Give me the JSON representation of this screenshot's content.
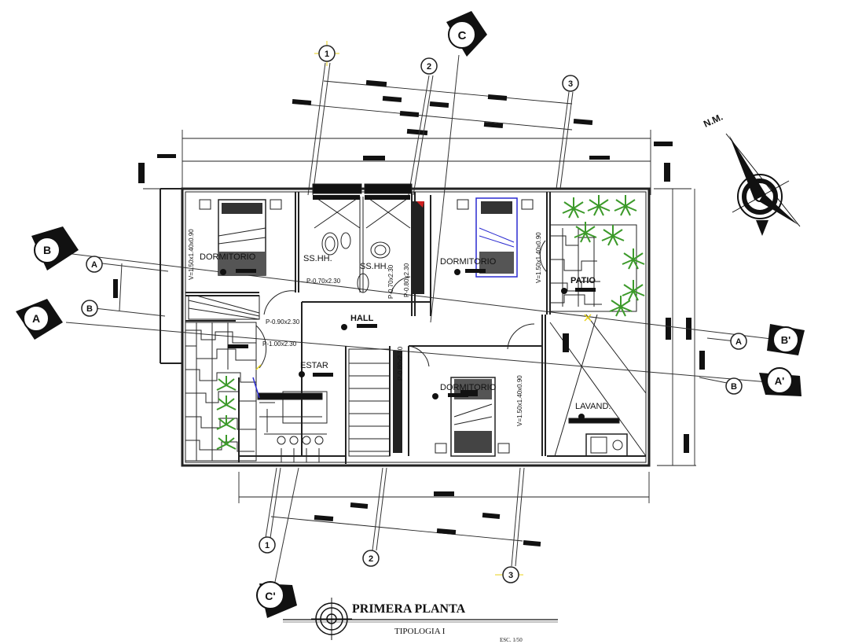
{
  "rooms": {
    "dorm1": "DORMITORIO",
    "sshh1": "SS.HH.",
    "sshh2": "SS.HH.",
    "dorm2": "DORMITORIO",
    "patio": "PATIO",
    "hall": "HALL",
    "estar": "ESTAR",
    "dorm3": "DORMITORIO",
    "lavand": "LAVAND."
  },
  "door_tags": {
    "p1": "P-0.90x2.30",
    "p2": "P-1.00x2.30",
    "p3": "P-0.70x2.30",
    "p4": "P-0.70x2.30",
    "p5": "P-0.80x2.30",
    "p6": "P-0.80x2.30"
  },
  "window_tags": {
    "v1": "V=1.50x1.40x0.90",
    "v2": "V=1.50x1.40x0.90",
    "v3": "V=1.50x1.40x0.90"
  },
  "axes": {
    "grid_top": [
      "1",
      "2",
      "3"
    ],
    "grid_bottom": [
      "1",
      "2",
      "3"
    ],
    "grid_left": [
      "A",
      "B"
    ],
    "grid_right": [
      "A",
      "B"
    ],
    "sections": [
      "A",
      "B",
      "C",
      "A'",
      "B'",
      "C'"
    ]
  },
  "north": "N.M.",
  "title": {
    "main": "PRIMERA PLANTA",
    "sub": "TIPOLOGIA I",
    "scale": "ESC. 1/50"
  },
  "colors": {
    "ink": "#111111",
    "plant": "#3c9a2a",
    "marker_yellow": "#e8d21a",
    "bed_blue": "#2a2ad0",
    "accent_red": "#d02020"
  }
}
